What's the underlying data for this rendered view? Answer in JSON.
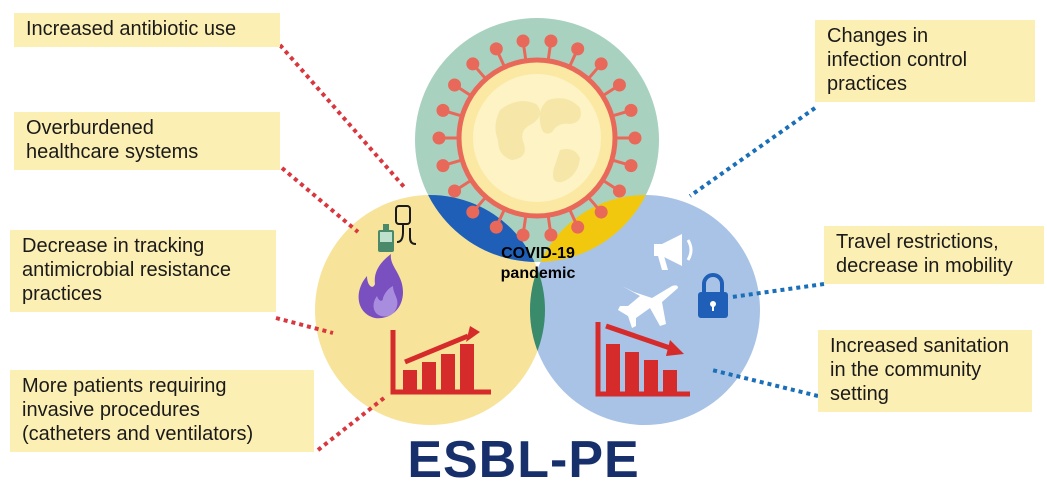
{
  "title": "ESBL-PE",
  "center_label": "COVID-19\npandemic",
  "left_factors": [
    "Increased antibiotic use",
    "Overburdened\nhealthcare systems",
    "Decrease in tracking\nantimicrobial resistance\npractices",
    "More patients requiring\ninvasive procedures\n(catheters and ventilators)"
  ],
  "right_factors": [
    "Changes in\ninfection control\npractices",
    "Travel restrictions,\ndecrease in mobility",
    "Increased sanitation\nin the community\nsetting"
  ],
  "colors": {
    "left_circle": "#f8e39a",
    "right_circle": "#a9c3e6",
    "top_circle": "#a9d1c0",
    "left_overlap": "#1f5fb7",
    "right_overlap": "#f2c80f",
    "bottom_overlap": "#3a8a6c",
    "title": "#17306b",
    "left_connector": "#d9363e",
    "right_connector": "#1a6fb8",
    "box": "#fcefb4"
  },
  "icons": {
    "left": [
      "iv-bag-icon",
      "fire-icon",
      "bar-chart-increasing-icon"
    ],
    "right": [
      "megaphone-icon",
      "lock-icon",
      "airplane-icon",
      "bar-chart-decreasing-icon"
    ],
    "top": "coronavirus-globe-icon"
  }
}
